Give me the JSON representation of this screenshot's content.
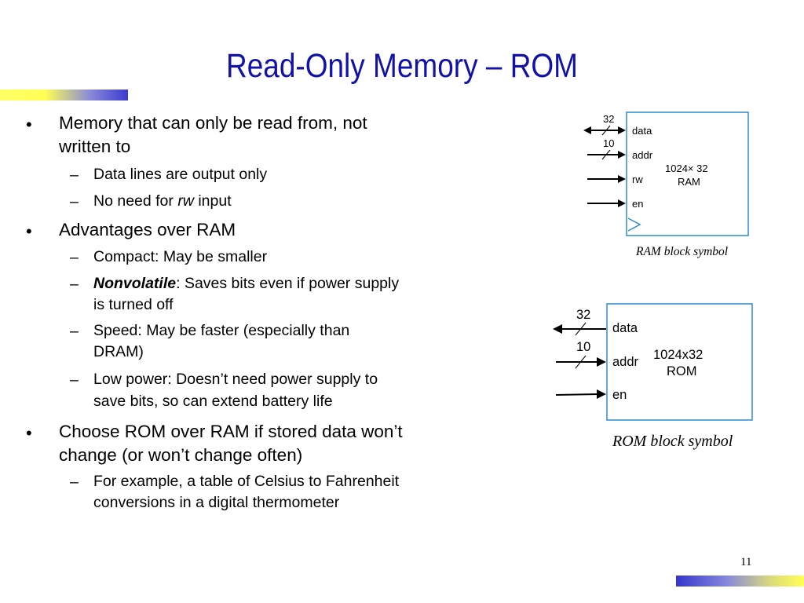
{
  "slide": {
    "title": "Read-Only Memory – ROM",
    "page_number": "11"
  },
  "bullets": [
    {
      "marker": "•",
      "lines": [
        "Memory that can only be read from, not",
        "written to"
      ],
      "subs": [
        {
          "marker": "–",
          "lines": [
            "Data lines are output only"
          ]
        },
        {
          "marker": "–",
          "text_before": "No need for ",
          "emph": "rw",
          "text_after": " input"
        }
      ]
    },
    {
      "marker": "•",
      "lines": [
        "Advantages over RAM"
      ],
      "subs": [
        {
          "marker": "–",
          "lines": [
            "Compact: May be smaller"
          ]
        },
        {
          "marker": "–",
          "emph": "Nonvolatile",
          "text_after": ": Saves bits even if power supply",
          "line2": "is turned off"
        },
        {
          "marker": "–",
          "lines": [
            "Speed: May be faster (especially than",
            "DRAM)"
          ]
        },
        {
          "marker": "–",
          "lines": [
            "Low power: Doesn’t need power supply to",
            "save bits, so can extend battery life"
          ]
        }
      ]
    },
    {
      "marker": "•",
      "lines": [
        "Choose ROM over RAM if stored data won’t",
        "change (or won’t change often)"
      ],
      "subs": [
        {
          "marker": "–",
          "lines": [
            "For example, a table of Celsius to Fahrenheit",
            "conversions in a digital thermometer"
          ]
        }
      ]
    }
  ],
  "ram_diagram": {
    "data_width": "32",
    "addr_width": "10",
    "ports": [
      "data",
      "addr",
      "rw",
      "en"
    ],
    "label_line1": "1024× 32",
    "label_line2": "RAM",
    "caption": "RAM block symbol",
    "line_color": "#2e8bd0"
  },
  "rom_diagram": {
    "data_width": "32",
    "addr_width": "10",
    "ports": [
      "data",
      "addr",
      "en"
    ],
    "label_line1": "1024x32",
    "label_line2": "ROM",
    "caption": "ROM block symbol",
    "line_color": "#2e8bd0"
  },
  "colors": {
    "title": "#1212a8"
  }
}
